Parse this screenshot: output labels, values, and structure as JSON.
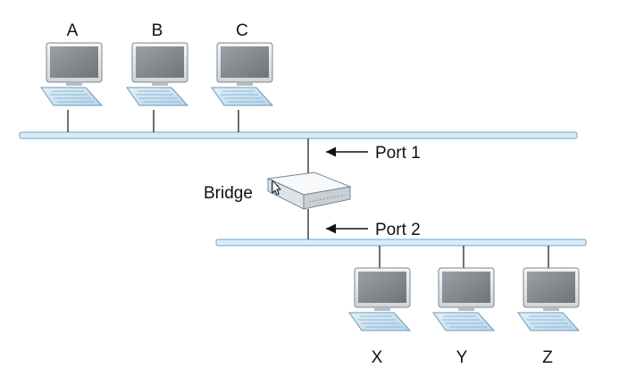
{
  "hosts_top": [
    {
      "label": "A"
    },
    {
      "label": "B"
    },
    {
      "label": "C"
    }
  ],
  "hosts_bottom": [
    {
      "label": "X"
    },
    {
      "label": "Y"
    },
    {
      "label": "Z"
    }
  ],
  "bridge": {
    "label": "Bridge",
    "ports": [
      {
        "label": "Port 1"
      },
      {
        "label": "Port 2"
      }
    ]
  },
  "colors": {
    "segment_fill": "#d9ecf6",
    "segment_edge": "#6aa9cf",
    "wire": "#222222",
    "screen": "#8e9296",
    "keyboard": "#cfe4f1"
  }
}
